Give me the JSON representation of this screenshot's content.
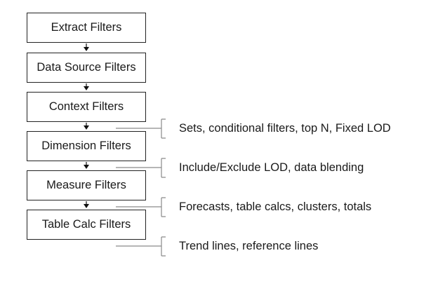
{
  "stages": [
    "Extract Filters",
    "Data Source Filters",
    "Context Filters",
    "Dimension Filters",
    "Measure Filters",
    "Table Calc Filters"
  ],
  "notes": [
    "Sets, conditional filters, top N, Fixed LOD",
    "Include/Exclude LOD, data blending",
    "Forecasts, table calcs, clusters, totals",
    "Trend lines, reference lines"
  ],
  "colors": {
    "line": "#8a8a8a",
    "box_border": "#222222",
    "arrow": "#111111"
  }
}
